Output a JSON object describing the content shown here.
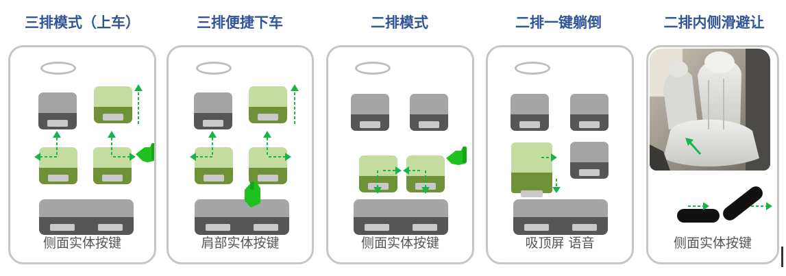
{
  "modes": [
    {
      "title": "三排模式（上车）",
      "caption": "侧面实体按键"
    },
    {
      "title": "三排便捷下车",
      "caption": "肩部实体按键"
    },
    {
      "title": "二排模式",
      "caption": "侧面实体按键"
    },
    {
      "title": "二排一键躺倒",
      "caption": "吸顶屏 语音"
    },
    {
      "title": "二排内侧滑避让",
      "caption": "侧面实体按键"
    }
  ],
  "colors": {
    "title": "#2f5597",
    "seat_gray_back": "#a5a5a5",
    "seat_gray_cushion": "#565656",
    "seat_green_back": "#c5dca0",
    "seat_green_cushion": "#6f9137",
    "arrow_green": "#19b34a",
    "hand_green": "#1fc11f",
    "card_border": "#c6c6c6"
  },
  "icons": [
    "steering-wheel-icon",
    "seat-icon",
    "hand-press-icon",
    "arrow-icon",
    "reclined-seat-icon"
  ]
}
